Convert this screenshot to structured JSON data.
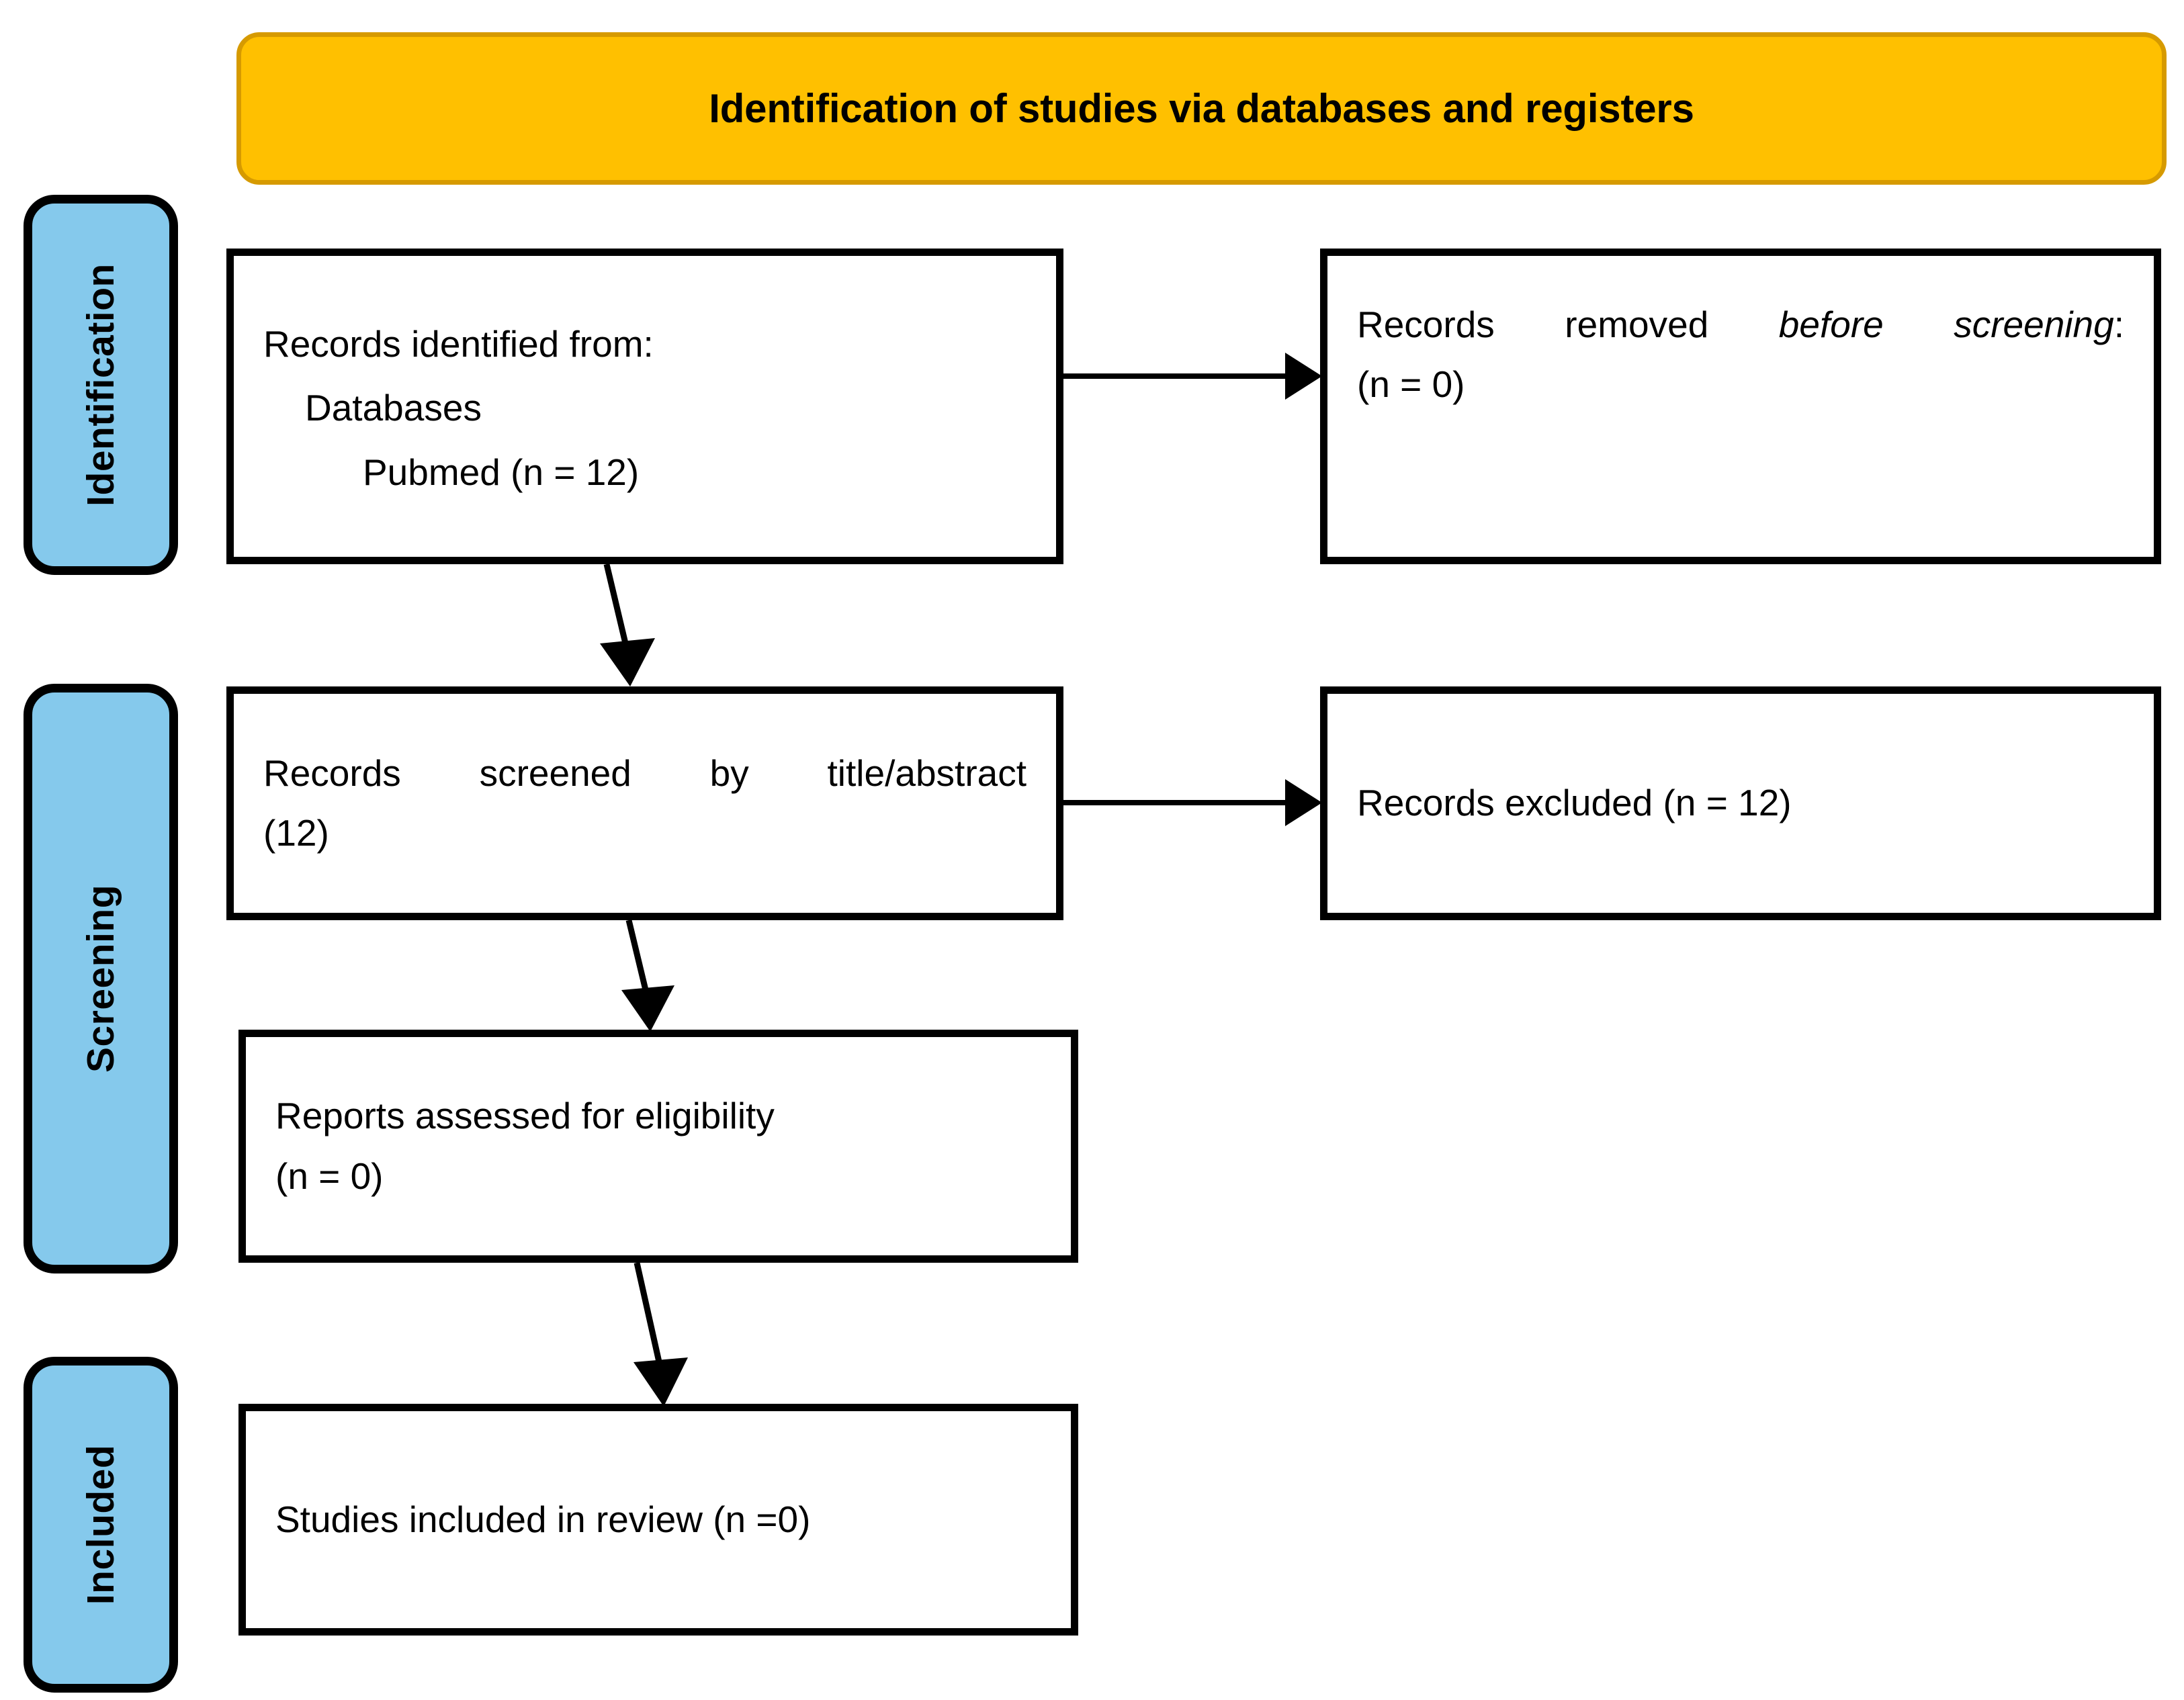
{
  "banner": {
    "title": "Identification of studies via databases and registers",
    "fill_color": "#FFC000",
    "border_color": "#D69A00"
  },
  "stages": [
    {
      "id": "identification",
      "label": "Identification",
      "fill_color": "#85C9EC"
    },
    {
      "id": "screening",
      "label": "Screening",
      "fill_color": "#85C9EC"
    },
    {
      "id": "included",
      "label": "Included",
      "fill_color": "#85C9EC"
    }
  ],
  "boxes": {
    "identified": {
      "line1": "Records identified from:",
      "line2": "Databases",
      "line3": "Pubmed (n = 12)"
    },
    "removed": {
      "line1_prefix": "Records removed ",
      "line1_italic": "before screening",
      "line1_suffix": ":",
      "line2": "(n = 0)"
    },
    "screened": {
      "line1": "Records screened by title/abstract",
      "line2": "(12)"
    },
    "excluded": {
      "line1": "Records excluded (n = 12)"
    },
    "eligibility": {
      "line1": "Reports assessed for eligibility",
      "line2": "(n = 0)"
    },
    "included_review": {
      "line1": "Studies included in review (n =0)"
    }
  },
  "arrows": [
    {
      "id": "identified-to-removed",
      "direction": "right"
    },
    {
      "id": "identified-to-screened",
      "direction": "down"
    },
    {
      "id": "screened-to-excluded",
      "direction": "right"
    },
    {
      "id": "screened-to-eligibility",
      "direction": "down"
    },
    {
      "id": "eligibility-to-included",
      "direction": "down"
    }
  ]
}
